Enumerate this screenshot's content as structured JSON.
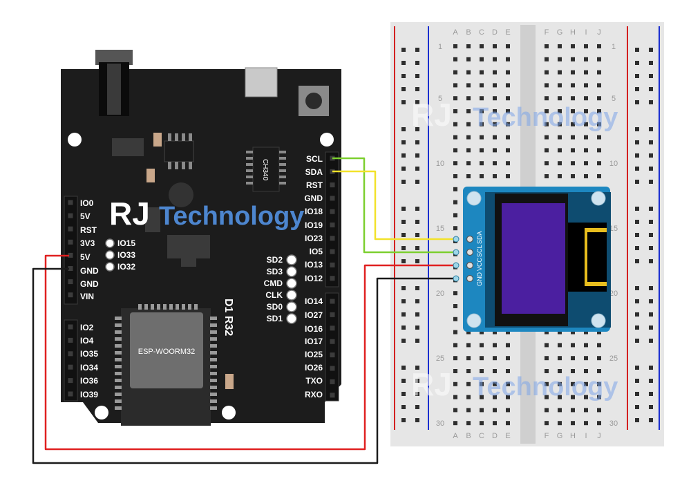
{
  "board": {
    "name": "D1 R32",
    "module": "ESP-WOORM32",
    "usb_chip": "CH340",
    "left_pins_top": [
      "IO0",
      "5V",
      "RST",
      "3V3",
      "5V",
      "GND",
      "GND",
      "VIN"
    ],
    "left_pins_bottom": [
      "IO2",
      "IO4",
      "IO35",
      "IO34",
      "IO36",
      "IO39"
    ],
    "inner_pins": [
      "IO15",
      "IO33",
      "IO32"
    ],
    "right_pins_top": [
      "SCL",
      "SDA",
      "RST",
      "GND",
      "IO18",
      "IO19",
      "IO23",
      "IO5",
      "IO13",
      "IO12"
    ],
    "right_pins_bottom": [
      "IO14",
      "IO27",
      "IO16",
      "IO17",
      "IO25",
      "IO26",
      "TXO",
      "RXO"
    ],
    "sd_pins": [
      "SD2",
      "SD3",
      "CMD",
      "CLK",
      "SD0",
      "SD1"
    ]
  },
  "oled": {
    "pins": [
      "GND",
      "VCC",
      "SCL",
      "SDA"
    ]
  },
  "breadboard": {
    "columns_left": [
      "A",
      "B",
      "C",
      "D",
      "E"
    ],
    "columns_right": [
      "F",
      "G",
      "H",
      "I",
      "J"
    ],
    "row_numbers": [
      "1",
      "5",
      "10",
      "15",
      "20",
      "25",
      "30"
    ]
  },
  "watermark": {
    "initials": "RJ",
    "word": "Technology"
  },
  "wires": {
    "scl_color": "#7ccf2f",
    "sda_color": "#f2e22a",
    "vcc_color": "#e02020",
    "gnd_color": "#1a1a1a"
  }
}
